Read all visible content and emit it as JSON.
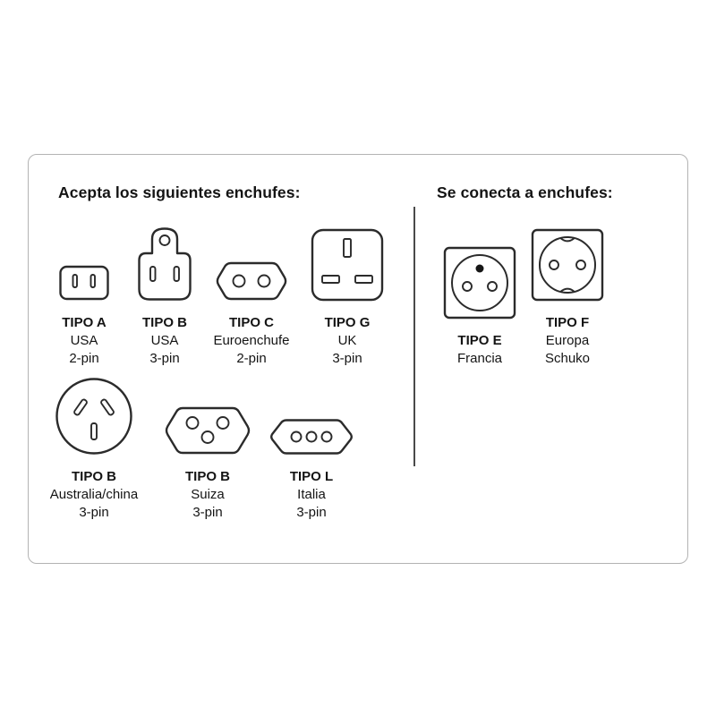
{
  "accepted": {
    "title": "Acepta los siguientes enchufes:",
    "row1": [
      {
        "type": "TIPO A",
        "region": "USA",
        "pins": "2-pin"
      },
      {
        "type": "TIPO B",
        "region": "USA",
        "pins": "3-pin"
      },
      {
        "type": "TIPO C",
        "region": "Euroenchufe",
        "pins": "2-pin"
      },
      {
        "type": "TIPO G",
        "region": "UK",
        "pins": "3-pin"
      }
    ],
    "row2": [
      {
        "type": "TIPO B",
        "region": "Australia/china",
        "pins": "3-pin"
      },
      {
        "type": "TIPO B",
        "region": "Suiza",
        "pins": "3-pin"
      },
      {
        "type": "TIPO L",
        "region": "Italia",
        "pins": "3-pin"
      }
    ]
  },
  "connects": {
    "title": "Se conecta a enchufes:",
    "items": [
      {
        "type": "TIPO E",
        "region": "Francia",
        "pins": ""
      },
      {
        "type": "TIPO F",
        "region": "Europa",
        "pins": "Schuko"
      }
    ]
  },
  "colors": {
    "ink": "#2b2b2b",
    "panel_border": "#b3b3b3",
    "divider": "#4a4a4a"
  }
}
